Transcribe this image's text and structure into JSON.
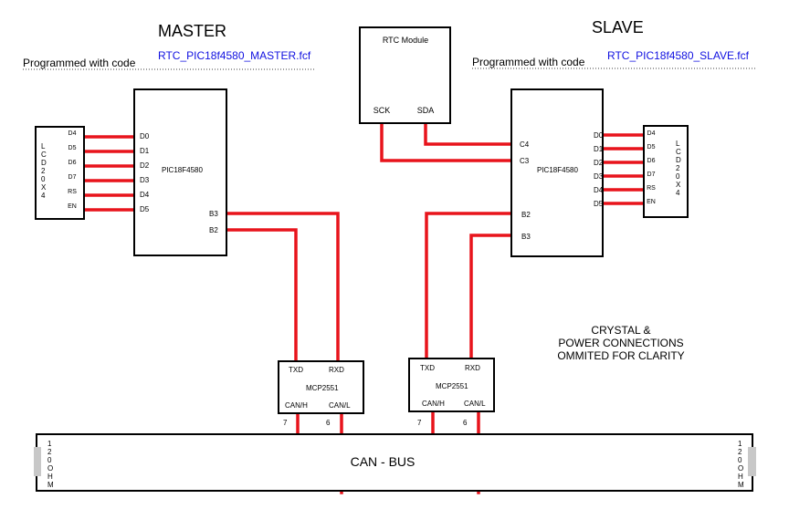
{
  "master": {
    "heading": "MASTER",
    "programmed_label": "Programmed with code",
    "code_file": "RTC_PIC18f4580_MASTER.fcf"
  },
  "slave": {
    "heading": "SLAVE",
    "programmed_label": "Programmed with code",
    "code_file": "RTC_PIC18f4580_SLAVE.fcf"
  },
  "rtc": {
    "title": "RTC Module",
    "pins": [
      "SCK",
      "SDA"
    ]
  },
  "pic": {
    "chip": "PIC18F4580",
    "master_data_pins": [
      "D0",
      "D1",
      "D2",
      "D3",
      "D4",
      "D5"
    ],
    "master_bus_pins": [
      "B3",
      "B2"
    ],
    "slave_rtc_pins": [
      "C4",
      "C3"
    ],
    "slave_data_pins": [
      "D0",
      "D1",
      "D2",
      "D3",
      "D4",
      "D5"
    ],
    "slave_bus_pins": [
      "B2",
      "B3"
    ]
  },
  "lcd": {
    "label": [
      "L",
      "C",
      "D",
      "2",
      "0",
      "X",
      "4"
    ],
    "pins": [
      "D4",
      "D5",
      "D6",
      "D7",
      "RS",
      "EN"
    ]
  },
  "transceiver": {
    "chip": "MCP2551",
    "tx": "TXD",
    "rx": "RXD",
    "canh": "CAN/H",
    "canl": "CAN/L",
    "pin_canh": "7",
    "pin_canl": "6"
  },
  "bus": {
    "label": "CAN - BUS",
    "terminator": [
      "1",
      "2",
      "0",
      "O",
      "H",
      "M"
    ]
  },
  "note": [
    "CRYSTAL &",
    "POWER CONNECTIONS",
    "OMMITED FOR CLARITY"
  ],
  "colors": {
    "wire": "#e8141c",
    "link": "#1010e0",
    "terminator": "#c8c8c8"
  }
}
